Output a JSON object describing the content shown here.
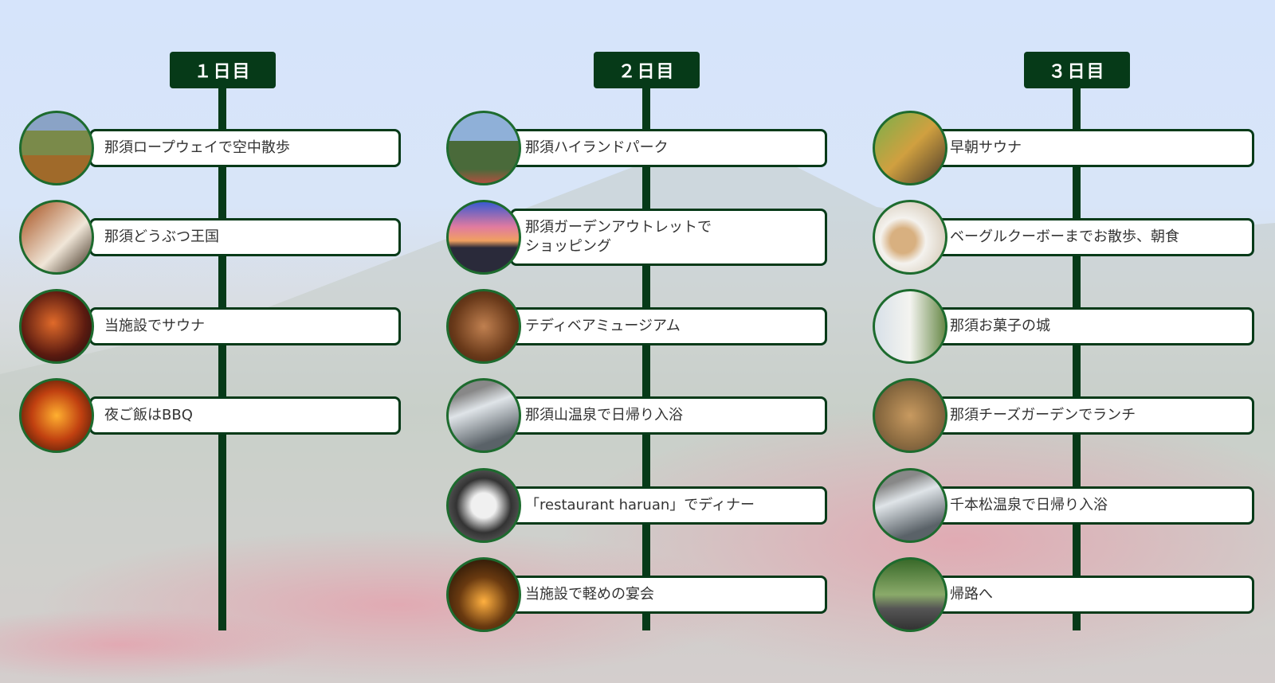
{
  "days": [
    {
      "label": "１日目",
      "items": [
        "那須ロープウェイで空中散歩",
        "那須どうぶつ王国",
        "当施設でサウナ",
        "夜ご飯はBBQ"
      ]
    },
    {
      "label": "２日目",
      "items": [
        "那須ハイランドパーク",
        "那須ガーデンアウトレットで\nショッピング",
        "テディベアミュージアム",
        "那須山温泉で日帰り入浴",
        "「restaurant haruan」でディナー",
        "当施設で軽めの宴会"
      ]
    },
    {
      "label": "３日目",
      "items": [
        "早朝サウナ",
        "ベーグルクーボーまでお散歩、朝食",
        "那須お菓子の城",
        "那須チーズガーデンでランチ",
        "千本松温泉で日帰り入浴",
        "帰路へ"
      ]
    }
  ],
  "colors": {
    "accent": "#063a18",
    "photo_border": "#1d6b2e"
  }
}
